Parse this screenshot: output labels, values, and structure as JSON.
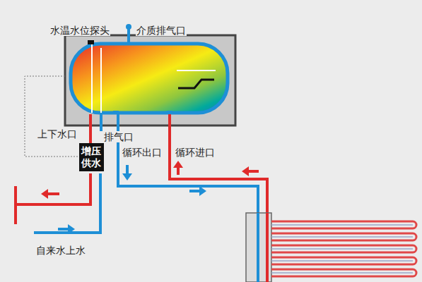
{
  "diagram": {
    "nodes": [
      {
        "text": [
          "增压供水"
        ]
      }
    ],
    "labels": [
      "水温水位探头",
      "介质排气口",
      "上下水口",
      "排气口",
      "循环出口",
      "循环进口",
      "自来水上水"
    ]
  }
}
